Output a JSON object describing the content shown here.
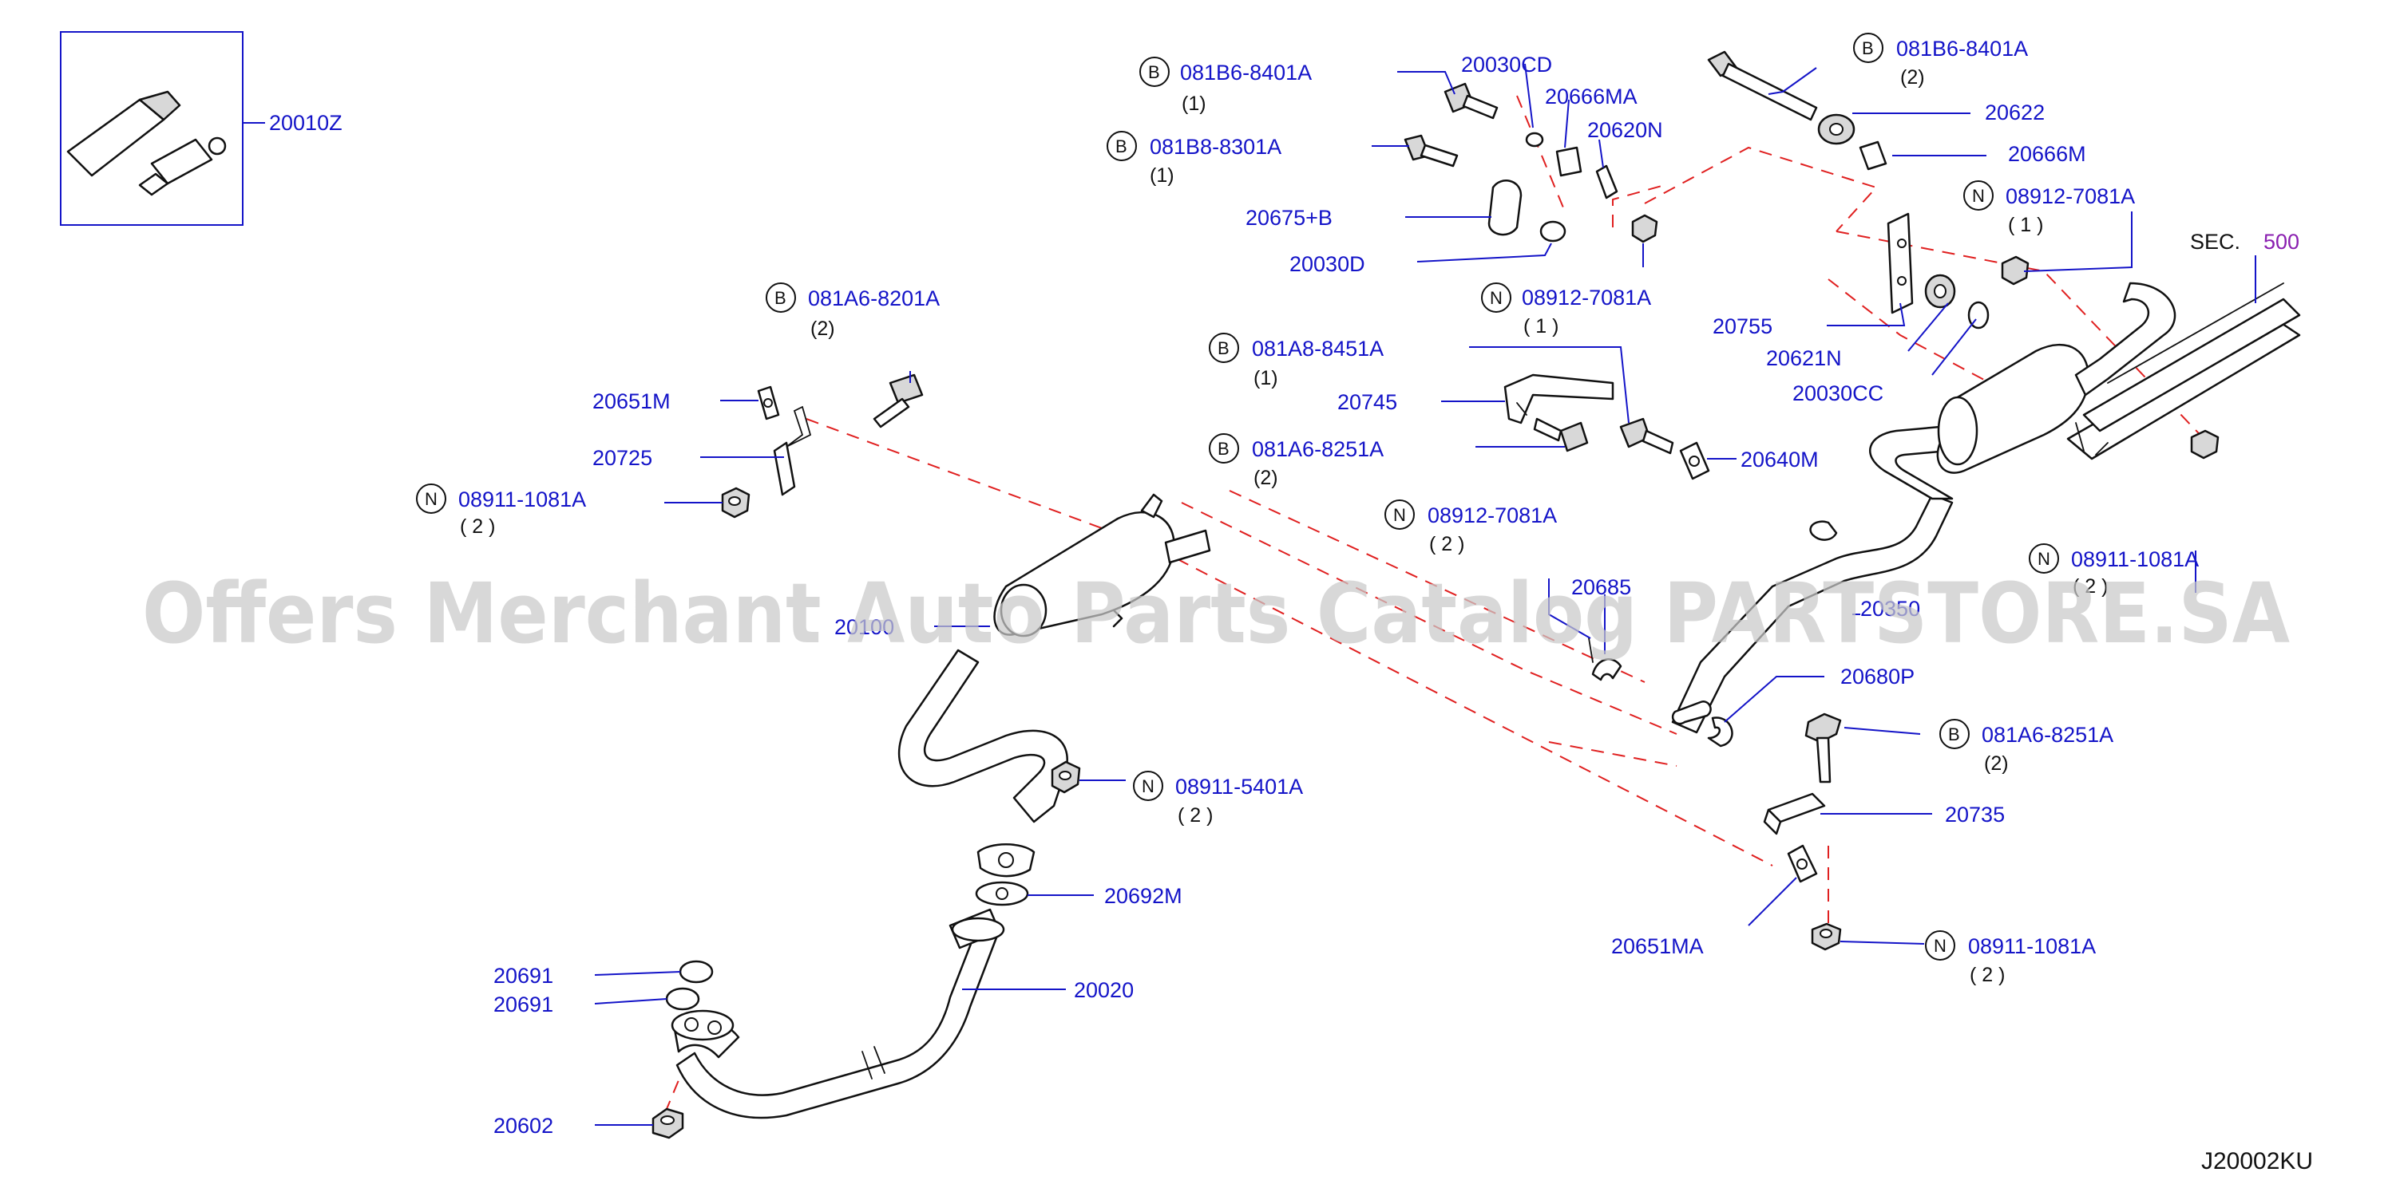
{
  "labels": {
    "l20010z": "20010Z",
    "l081b6_top": "081B6-8401A",
    "l081b6_top_q": "(1)",
    "l081b8": "081B8-8301A",
    "l081b8_q": "(1)",
    "l20030cd": "20030CD",
    "l20666ma": "20666MA",
    "l20620n": "20620N",
    "l20675b": "20675+B",
    "l20030d": "20030D",
    "l08912_mid": "08912-7081A",
    "l08912_mid_q": "( 1 )",
    "l081b6_right": "081B6-8401A",
    "l081b6_right_q": "(2)",
    "l20622": "20622",
    "l20666m": "20666M",
    "l08912_right": "08912-7081A",
    "l08912_right_q": "( 1 )",
    "l_sec": "SEC.",
    "l_sec_num": "500",
    "l20755": "20755",
    "l20621n": "20621N",
    "l20030cc": "20030CC",
    "l081a6_8201": "081A6-8201A",
    "l081a6_8201_q": "(2)",
    "l20651m": "20651M",
    "l20725": "20725",
    "l08911_left": "08911-1081A",
    "l08911_left_q": "( 2 )",
    "l081a8": "081A8-8451A",
    "l081a8_q": "(1)",
    "l20745": "20745",
    "l081a6_8251_mid": "081A6-8251A",
    "l081a6_8251_mid_q": "(2)",
    "l20640m": "20640M",
    "l08912_lower": "08912-7081A",
    "l08912_lower_q": "( 2 )",
    "l20685": "20685",
    "l20100": "20100",
    "l20350": "20350",
    "l08911_right": "08911-1081A",
    "l08911_right_q": "( 2 )",
    "l20680p": "20680P",
    "l081a6_8251_right": "081A6-8251A",
    "l081a6_8251_right_q": "(2)",
    "l20735": "20735",
    "l08911_5401": "08911-5401A",
    "l08911_5401_q": "( 2 )",
    "l20692m": "20692M",
    "l20020": "20020",
    "l20691a": "20691",
    "l20691b": "20691",
    "l20602": "20602",
    "l20651ma": "20651MA",
    "l08911_bottom": "08911-1081A",
    "l08911_bottom_q": "( 2 )"
  },
  "prefix": {
    "bolt": "B",
    "nut": "N"
  },
  "watermark": "Offers Merchant Auto Parts Catalog PARTSTORE.SA",
  "diagram_code": "J20002KU",
  "colors": {
    "label": "#1414c8",
    "section_ref": "#8a1fb0",
    "phantom_line": "#e02020",
    "ink": "#111111"
  }
}
